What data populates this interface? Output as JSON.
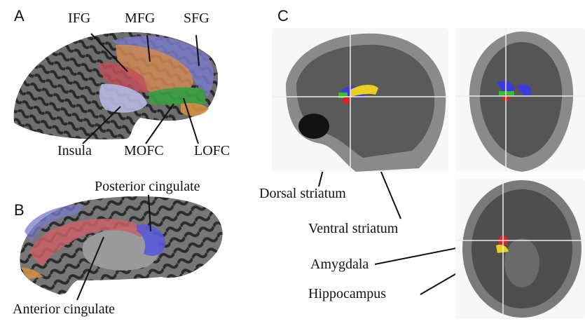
{
  "panels": {
    "a": "A",
    "b": "B",
    "c": "C"
  },
  "panel_a": {
    "labels": {
      "ifg": "IFG",
      "mfg": "MFG",
      "sfg": "SFG",
      "insula": "Insula",
      "mofc": "MOFC",
      "lofc": "LOFC"
    }
  },
  "panel_b": {
    "labels": {
      "posterior": "Posterior cingulate",
      "anterior": "Anterior cingulate"
    }
  },
  "panel_c": {
    "labels": {
      "dorsal": "Dorsal striatum",
      "ventral": "Ventral striatum",
      "amygdala": "Amygdala",
      "hippocampus": "Hippocampus"
    }
  },
  "colors": {
    "ifg": "#c0505a",
    "mfg": "#d08a55",
    "sfg": "#7a7ac8",
    "insula": "#b8b8e0",
    "mofc": "#3aa040",
    "lofc": "#d09040",
    "posterior": "#5a5ad8",
    "anterior": "#c96068",
    "striatum_blue": "#3a3ae0",
    "striatum_green": "#30c030",
    "hippo_yellow": "#e8d020",
    "amygdala_red": "#e02020"
  }
}
